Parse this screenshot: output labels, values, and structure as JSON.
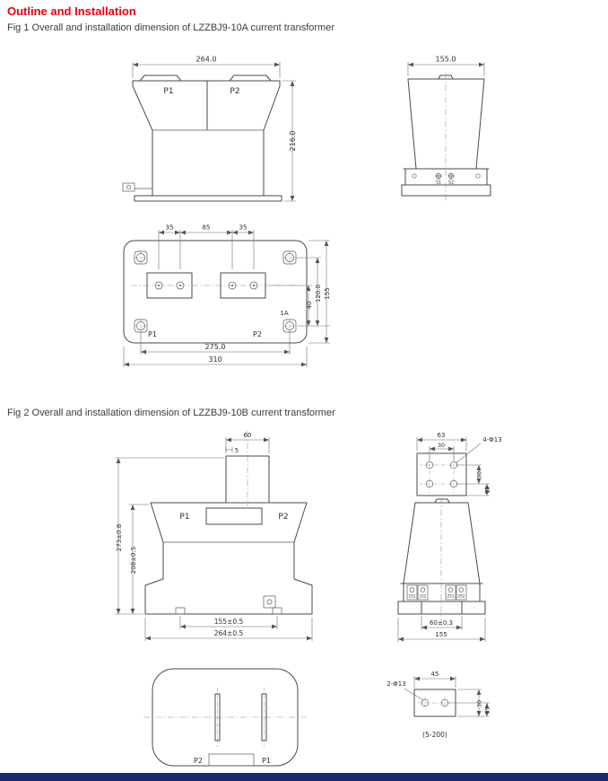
{
  "page": {
    "title": "Outline and Installation",
    "fig1_caption": "Fig 1 Overall and installation dimension of LZZBJ9-10A current transformer",
    "fig2_caption": "Fig 2 Overall and installation dimension of LZZBJ9-10B current transformer"
  },
  "colors": {
    "heading_red": "#e60012",
    "footer_navy": "#1c2b66",
    "line_gray": "#4a4a4a"
  },
  "fig1": {
    "front": {
      "width": "264.0",
      "height": "216.0",
      "p1": "P1",
      "p2": "P2"
    },
    "side": {
      "width": "155.0",
      "s1": "S1",
      "s2": "S2"
    },
    "plan": {
      "d35_left": "35",
      "d85": "85",
      "d35_right": "35",
      "d40": "40",
      "d120": "120.0",
      "d155": "155",
      "tag": "1A",
      "p1": "P1",
      "p2": "P2",
      "d275": "275.0",
      "d310": "310"
    }
  },
  "fig2": {
    "front": {
      "d60": "60",
      "d5": "5",
      "p1": "P1",
      "p2": "P2",
      "d273": "273±0.8",
      "d208": "208±0.5",
      "d155": "155±0.5",
      "d264": "264±0.5"
    },
    "top": {
      "d63": "63",
      "d30_top": "30",
      "holes": "4-Φ13",
      "d30_right": "30",
      "d15": "15"
    },
    "side": {
      "t1": "1S1",
      "t2": "1S2",
      "t3": "2S1",
      "t4": "2S2",
      "d60": "60±0.3",
      "d155": "155"
    },
    "plan": {
      "p2": "P2",
      "p1": "P1"
    },
    "detail": {
      "d45": "45",
      "holes": "2-Φ13",
      "d30": "30",
      "d15": "15",
      "note": "(5-200)"
    }
  }
}
